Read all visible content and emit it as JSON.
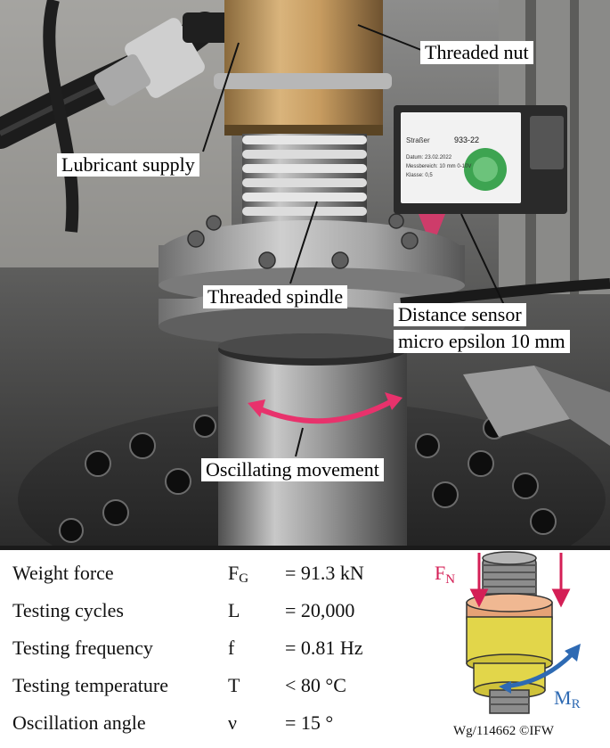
{
  "photo": {
    "callouts": {
      "threaded_nut": "Threaded nut",
      "lubricant_supply": "Lubricant supply",
      "threaded_spindle": "Threaded spindle",
      "distance_sensor_line1": "Distance sensor",
      "distance_sensor_line2": "micro epsilon 10 mm",
      "oscillating_movement": "Oscillating movement"
    },
    "sensor_label": {
      "model": "933-22",
      "brand": "Straßer",
      "date": "Datum: 23.02.2022",
      "range": "Messbereich: 10 mm 0-10V",
      "class": "Klasse: 0,5"
    }
  },
  "specs": [
    {
      "label": "Weight force",
      "symbol": "F",
      "symbol_sub": "G",
      "value": "= 91.3 kN"
    },
    {
      "label": "Testing cycles",
      "symbol": "L",
      "symbol_sub": "",
      "value": "= 20,000"
    },
    {
      "label": "Testing frequency",
      "symbol": "f",
      "symbol_sub": "",
      "value": "= 0.81 Hz"
    },
    {
      "label": "Testing temperature",
      "symbol": "T",
      "symbol_sub": "",
      "value": "< 80 °C"
    },
    {
      "label": "Oscillation angle",
      "symbol": "ν",
      "symbol_sub": "",
      "value": "= 15 °"
    }
  ],
  "schematic": {
    "fn_label": "F",
    "fn_sub": "N",
    "mr_label": "M",
    "mr_sub": "R",
    "colors": {
      "force": "#d41f56",
      "moment": "#2e6ab3",
      "body": "#e2d64a",
      "collar": "#e6a276"
    }
  },
  "credit": "Wg/114662 ©IFW",
  "colors": {
    "callout_arrow": "#e8326c",
    "divider": "#1a1a1a"
  }
}
